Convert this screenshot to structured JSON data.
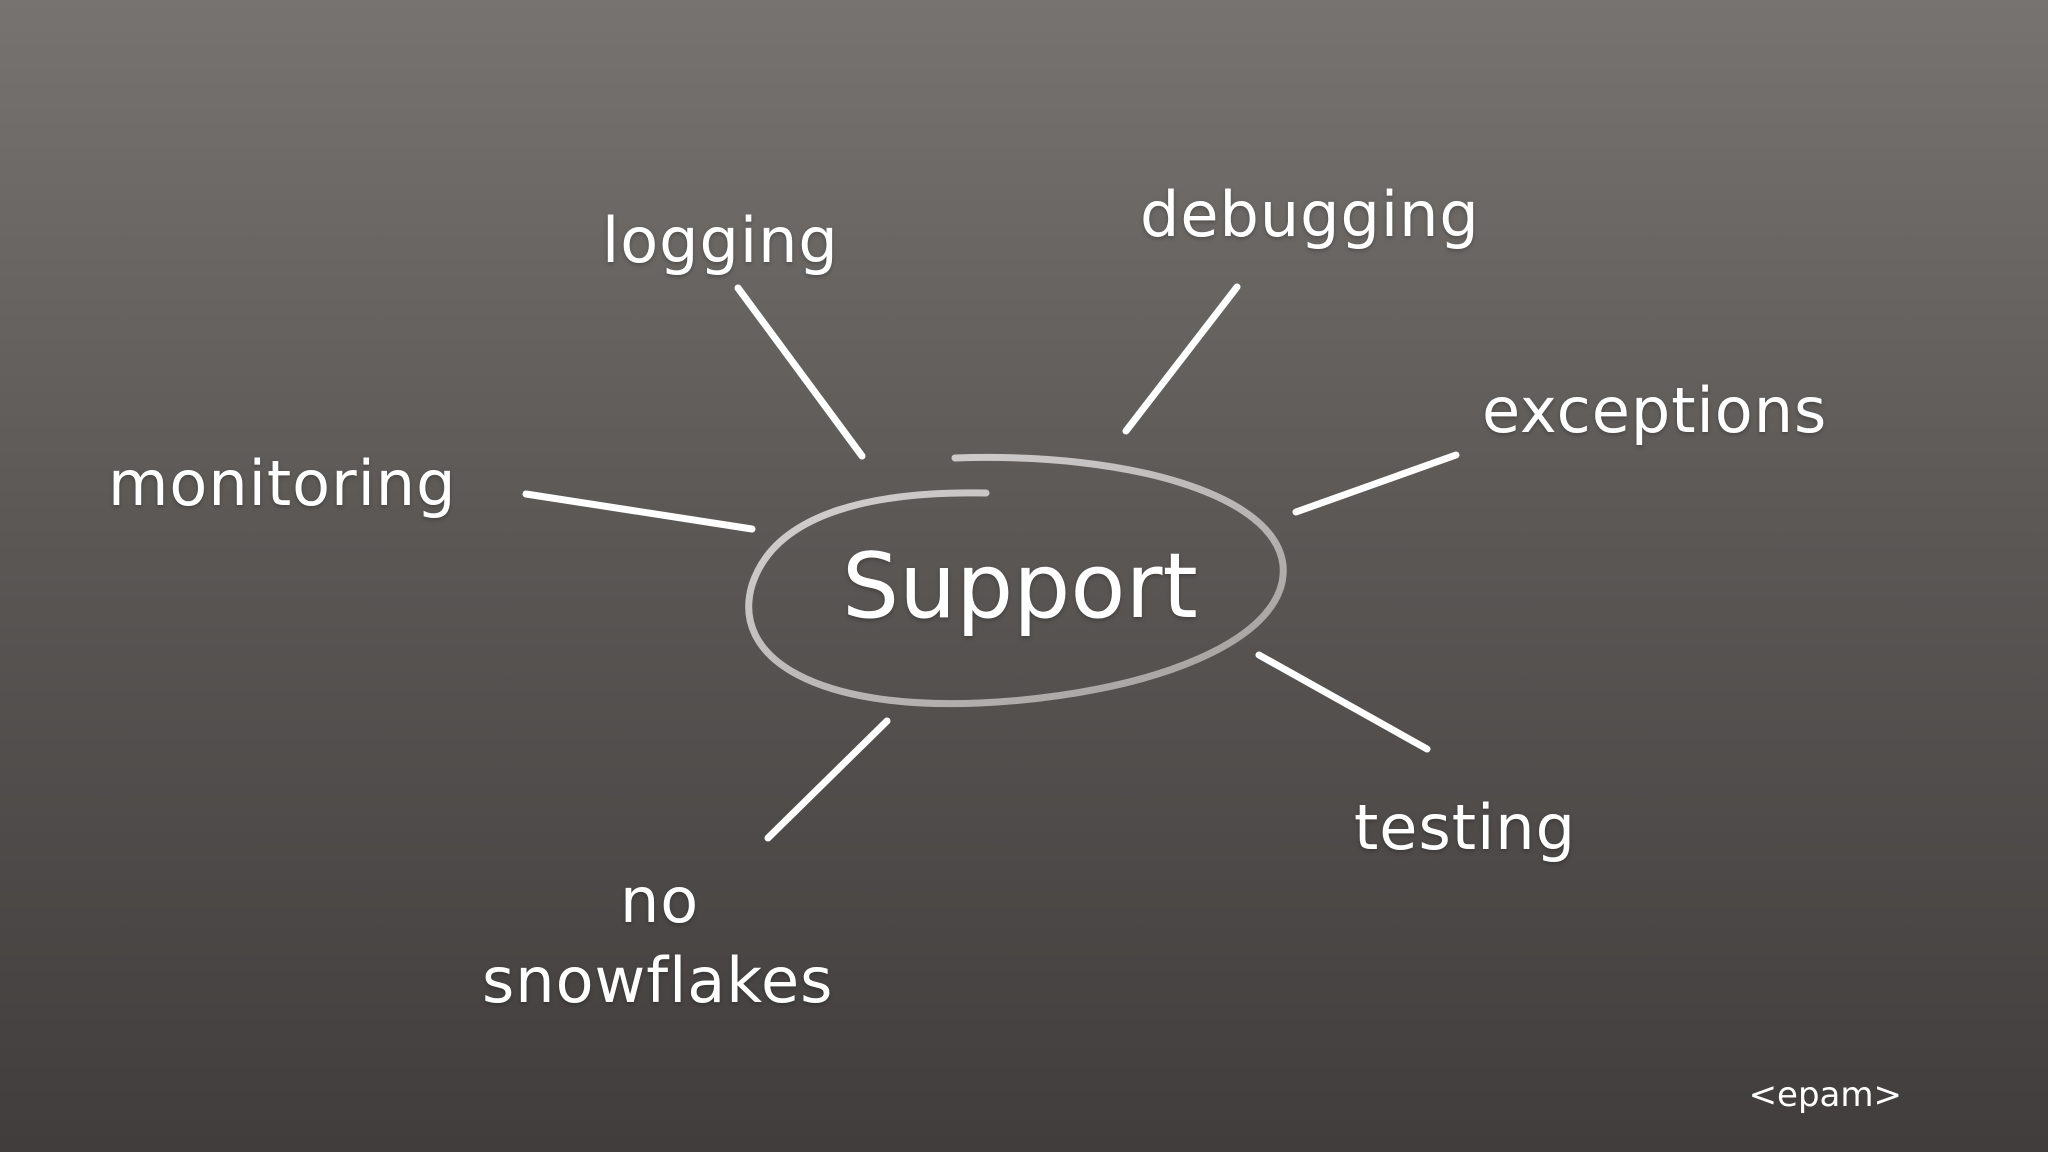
{
  "diagram": {
    "center": "Support",
    "nodes": {
      "logging": "logging",
      "debugging": "debugging",
      "monitoring": "monitoring",
      "exceptions": "exceptions",
      "testing": "testing",
      "no_snowflakes_line1": "no",
      "no_snowflakes_line2": "snowflakes"
    }
  },
  "brand": {
    "logo_text": "<epam>"
  },
  "colors": {
    "text": "#ffffff",
    "background_top": "#777371",
    "background_bottom": "#403d3c",
    "ellipse_stroke": "#bdbbb9"
  }
}
